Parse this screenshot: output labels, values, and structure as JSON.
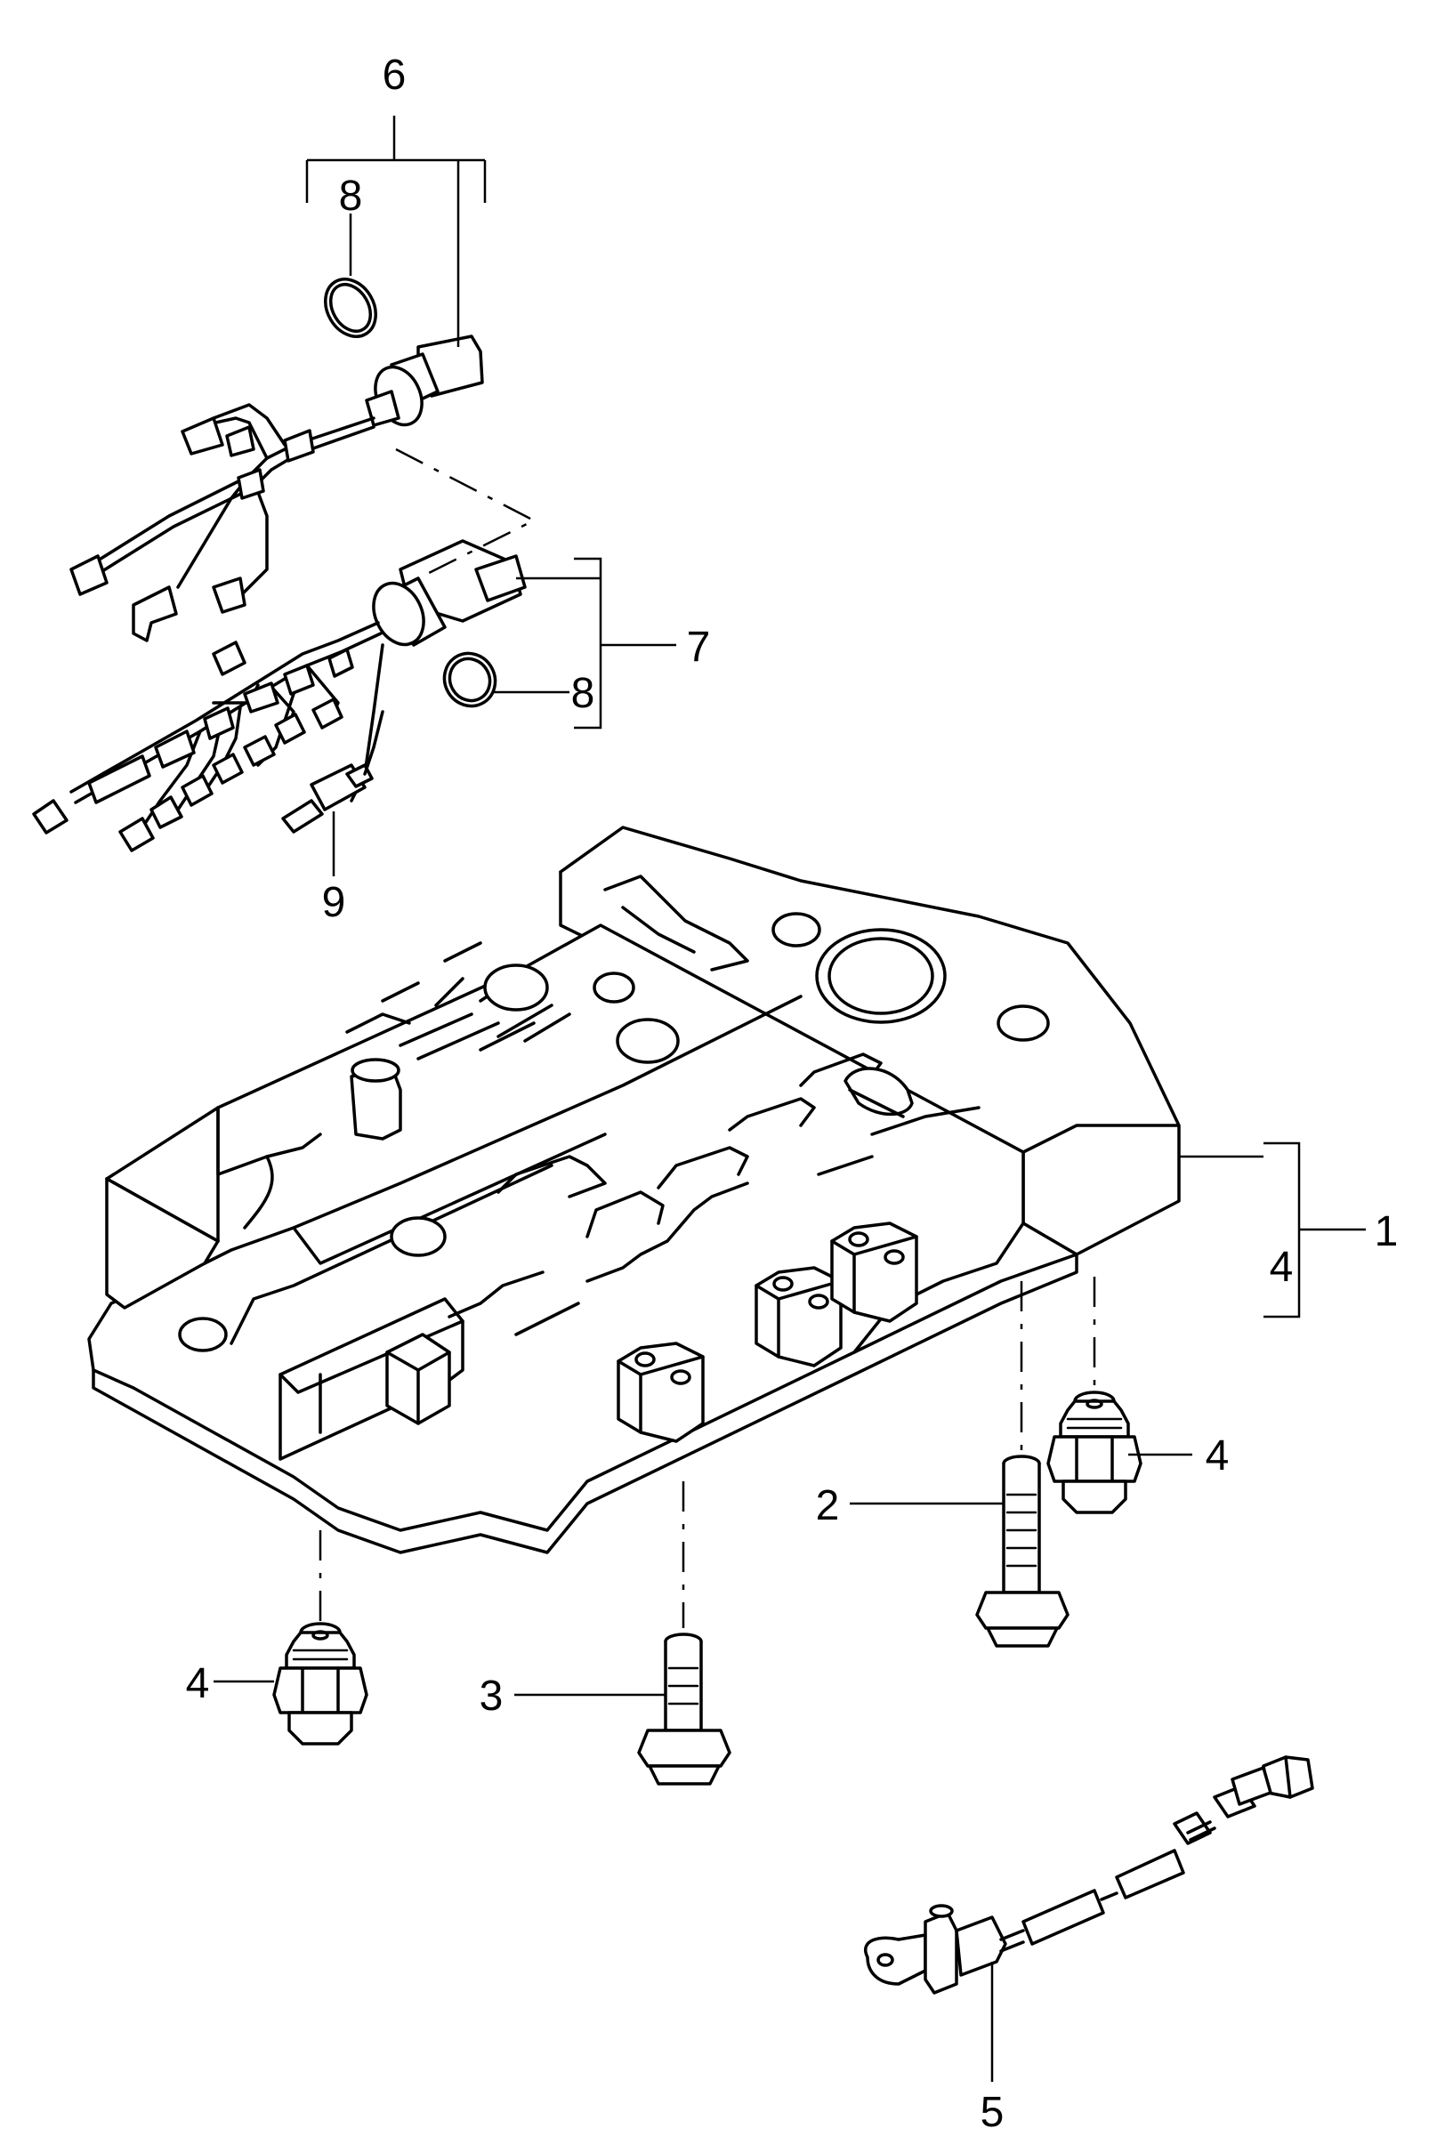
{
  "callouts": [
    {
      "id": "label-6",
      "text": "6"
    },
    {
      "id": "label-8-top",
      "text": "8"
    },
    {
      "id": "label-8-mid",
      "text": "8"
    },
    {
      "id": "label-7",
      "text": "7"
    },
    {
      "id": "label-9",
      "text": "9"
    },
    {
      "id": "label-1",
      "text": "1"
    },
    {
      "id": "label-4-bracket",
      "text": "4"
    },
    {
      "id": "label-4-right",
      "text": "4"
    },
    {
      "id": "label-4-left",
      "text": "4"
    },
    {
      "id": "label-2",
      "text": "2"
    },
    {
      "id": "label-3",
      "text": "3"
    },
    {
      "id": "label-5",
      "text": "5"
    }
  ],
  "colors": {
    "line": "#000000",
    "background": "#ffffff"
  }
}
